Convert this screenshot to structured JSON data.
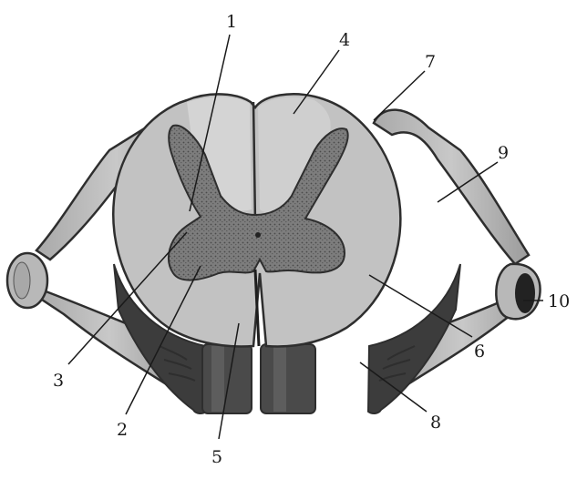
{
  "diagram": {
    "labels": [
      {
        "id": "1",
        "text": "1"
      },
      {
        "id": "2",
        "text": "2"
      },
      {
        "id": "3",
        "text": "3"
      },
      {
        "id": "4",
        "text": "4"
      },
      {
        "id": "5",
        "text": "5"
      },
      {
        "id": "6",
        "text": "6"
      },
      {
        "id": "7",
        "text": "7"
      },
      {
        "id": "8",
        "text": "8"
      },
      {
        "id": "9",
        "text": "9"
      },
      {
        "id": "10",
        "text": "10"
      }
    ]
  },
  "colors": {
    "white_matter": "#c2c2c2",
    "white_matter_light": "#d4d4d4",
    "gray_matter": "#7a7a7a",
    "outline": "#2e2e2e",
    "dark_cut": "#3c3c3c"
  }
}
